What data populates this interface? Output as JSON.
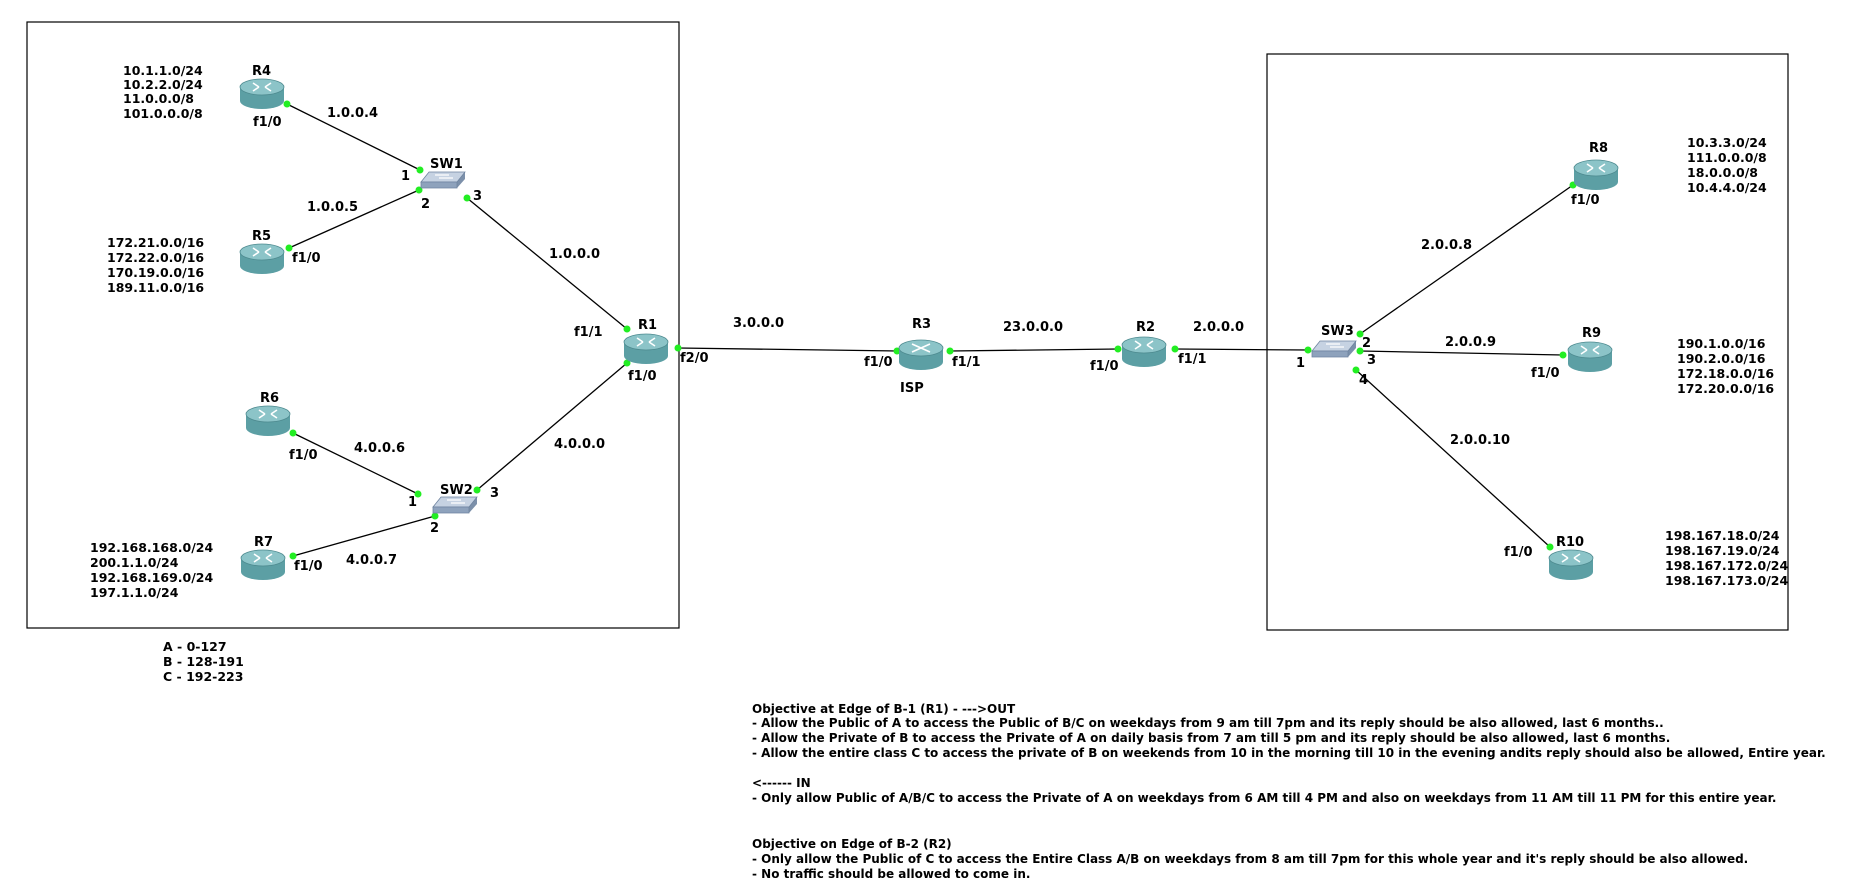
{
  "colors": {
    "background": "#ffffff",
    "link": "#000000",
    "port_dot": "#22ee22",
    "router_body": "#5c9fa4",
    "router_top": "#8cc4c8",
    "switch_body": "#8ea2bc",
    "switch_top": "#c6d2e2",
    "area_border": "#000000"
  },
  "icons": {
    "router": "router-icon",
    "switch": "switch-icon"
  },
  "devices": {
    "r1": "R1",
    "r2": "R2",
    "r3": "R3",
    "r4": "R4",
    "r5": "R5",
    "r6": "R6",
    "r7": "R7",
    "r8": "R8",
    "r9": "R9",
    "r10": "R10",
    "sw1": "SW1",
    "sw2": "SW2",
    "sw3": "SW3",
    "isp": "ISP"
  },
  "links": {
    "r4_sw1": "1.0.0.4",
    "r5_sw1": "1.0.0.5",
    "sw1_r1": "1.0.0.0",
    "r6_sw2": "4.0.0.6",
    "r7_sw2": "4.0.0.7",
    "sw2_r1": "4.0.0.0",
    "r1_r3": "3.0.0.0",
    "r3_r2": "23.0.0.0",
    "r2_sw3": "2.0.0.0",
    "sw3_r8": "2.0.0.8",
    "sw3_r9": "2.0.0.9",
    "sw3_r10": "2.0.0.10"
  },
  "ports": {
    "r4_f10": "f1/0",
    "r5_f10": "f1/0",
    "r6_f10": "f1/0",
    "r7_f10": "f1/0",
    "r1_f11": "f1/1",
    "r1_f20": "f2/0",
    "r1_f10": "f1/0",
    "r3_f10": "f1/0",
    "r3_f11": "f1/1",
    "r2_f10": "f1/0",
    "r2_f11": "f1/1",
    "r8_f10": "f1/0",
    "r9_f10": "f1/0",
    "r10_f10": "f1/0",
    "sw1_p1": "1",
    "sw1_p2": "2",
    "sw1_p3": "3",
    "sw2_p1": "1",
    "sw2_p2": "2",
    "sw2_p3": "3",
    "sw3_p1": "1",
    "sw3_p2": "2",
    "sw3_p3": "3",
    "sw3_p4": "4"
  },
  "networks": {
    "r4": [
      "10.1.1.0/24",
      "10.2.2.0/24",
      "11.0.0.0/8",
      "101.0.0.0/8"
    ],
    "r5": [
      "172.21.0.0/16",
      "172.22.0.0/16",
      "170.19.0.0/16",
      "189.11.0.0/16"
    ],
    "r7": [
      "192.168.168.0/24",
      "200.1.1.0/24",
      "192.168.169.0/24",
      "197.1.1.0/24"
    ],
    "r8": [
      "10.3.3.0/24",
      "111.0.0.0/8",
      "18.0.0.0/8",
      "10.4.4.0/24"
    ],
    "r9": [
      "190.1.0.0/16",
      "190.2.0.0/16",
      "172.18.0.0/16",
      "172.20.0.0/16"
    ],
    "r10": [
      "198.167.18.0/24",
      "198.167.19.0/24",
      "198.167.172.0/24",
      "198.167.173.0/24"
    ]
  },
  "classes": [
    "A - 0-127",
    "B - 128-191",
    "C - 192-223"
  ],
  "objectives": {
    "b1": {
      "title": "Objective at Edge of B-1 (R1) - --->OUT",
      "out_items": [
        "- Allow the Public of A to access the Public of B/C on weekdays from 9 am till 7pm and its reply should be also allowed, last 6 months..",
        "- Allow the Private of B to access the Private of A on daily basis from 7 am till 5 pm and its reply should be also allowed, last 6 months.",
        "- Allow the entire class C to access the private of B on weekends from 10 in the morning till 10 in the evening andits reply should also be allowed, Entire year."
      ],
      "in_title": "<------ IN",
      "in_items": [
        "- Only allow Public of A/B/C to access the Private of A on weekdays from 6 AM till 4 PM and also on weekdays from 11 AM till 11 PM for this entire year."
      ]
    },
    "b2": {
      "title": "Objective on Edge of B-2 (R2)",
      "items": [
        "- Only allow the Public of C to access the Entire Class A/B on weekdays from 8 am till 7pm for this whole year and it's reply should be also allowed.",
        "- No traffic should be allowed to come in."
      ]
    }
  }
}
